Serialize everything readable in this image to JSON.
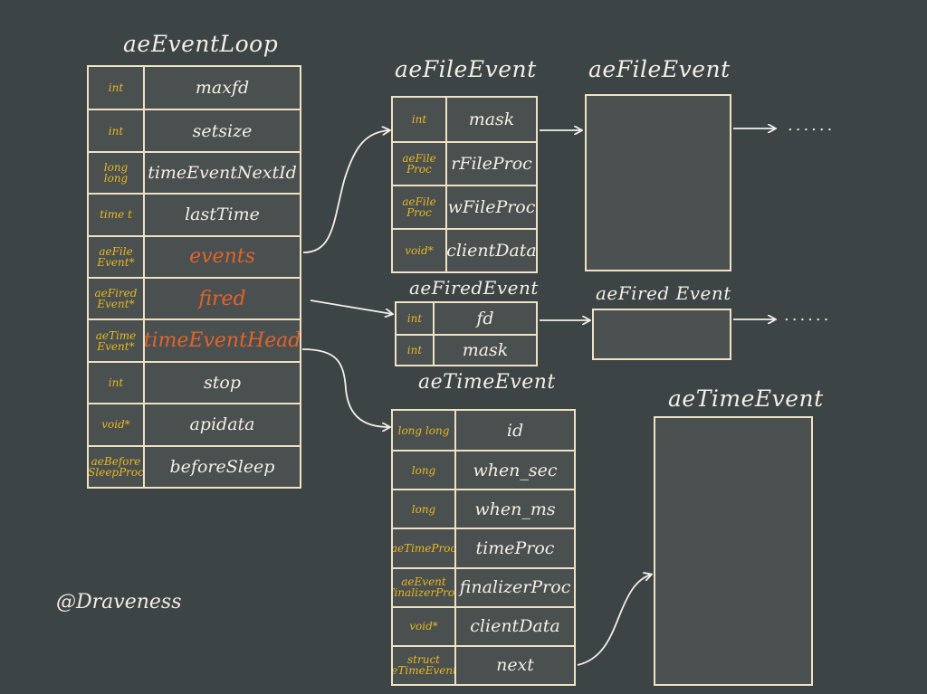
{
  "aeEventLoop": {
    "title": "aeEventLoop",
    "fields": [
      {
        "type": "int",
        "name": "maxfd",
        "hl": false
      },
      {
        "type": "int",
        "name": "setsize",
        "hl": false
      },
      {
        "type": "long long",
        "name": "timeEventNextId",
        "hl": false
      },
      {
        "type": "time t",
        "name": "lastTime",
        "hl": false
      },
      {
        "type": "aeFile Event*",
        "name": "events",
        "hl": true
      },
      {
        "type": "aeFired Event*",
        "name": "fired",
        "hl": true
      },
      {
        "type": "aeTime Event*",
        "name": "timeEventHead",
        "hl": true
      },
      {
        "type": "int",
        "name": "stop",
        "hl": false
      },
      {
        "type": "void*",
        "name": "apidata",
        "hl": false
      },
      {
        "type": "aeBefore SleepProc",
        "name": "beforeSleep",
        "hl": false
      }
    ]
  },
  "aeFileEvent": {
    "title": "aeFileEvent",
    "fields": [
      {
        "type": "int",
        "name": "mask"
      },
      {
        "type": "aeFile Proc",
        "name": "rFileProc"
      },
      {
        "type": "aeFile Proc",
        "name": "wFileProc"
      },
      {
        "type": "void*",
        "name": "clientData"
      }
    ],
    "next_title": "aeFileEvent",
    "ellipsis": "......"
  },
  "aeFiredEvent": {
    "title": "aeFiredEvent",
    "fields": [
      {
        "type": "int",
        "name": "fd"
      },
      {
        "type": "int",
        "name": "mask"
      }
    ],
    "next_title": "aeFired Event",
    "ellipsis": "......"
  },
  "aeTimeEvent": {
    "title": "aeTimeEvent",
    "fields": [
      {
        "type": "long long",
        "name": "id"
      },
      {
        "type": "long",
        "name": "when_sec"
      },
      {
        "type": "long",
        "name": "when_ms"
      },
      {
        "type": "aeTimeProc",
        "name": "timeProc"
      },
      {
        "type": "aeEvent FinalizerProc",
        "name": "finalizerProc"
      },
      {
        "type": "void*",
        "name": "clientData"
      },
      {
        "type": "struct aeTimeEvent*",
        "name": "next"
      }
    ],
    "next_title": "aeTimeEvent"
  },
  "credit": "@Draveness"
}
